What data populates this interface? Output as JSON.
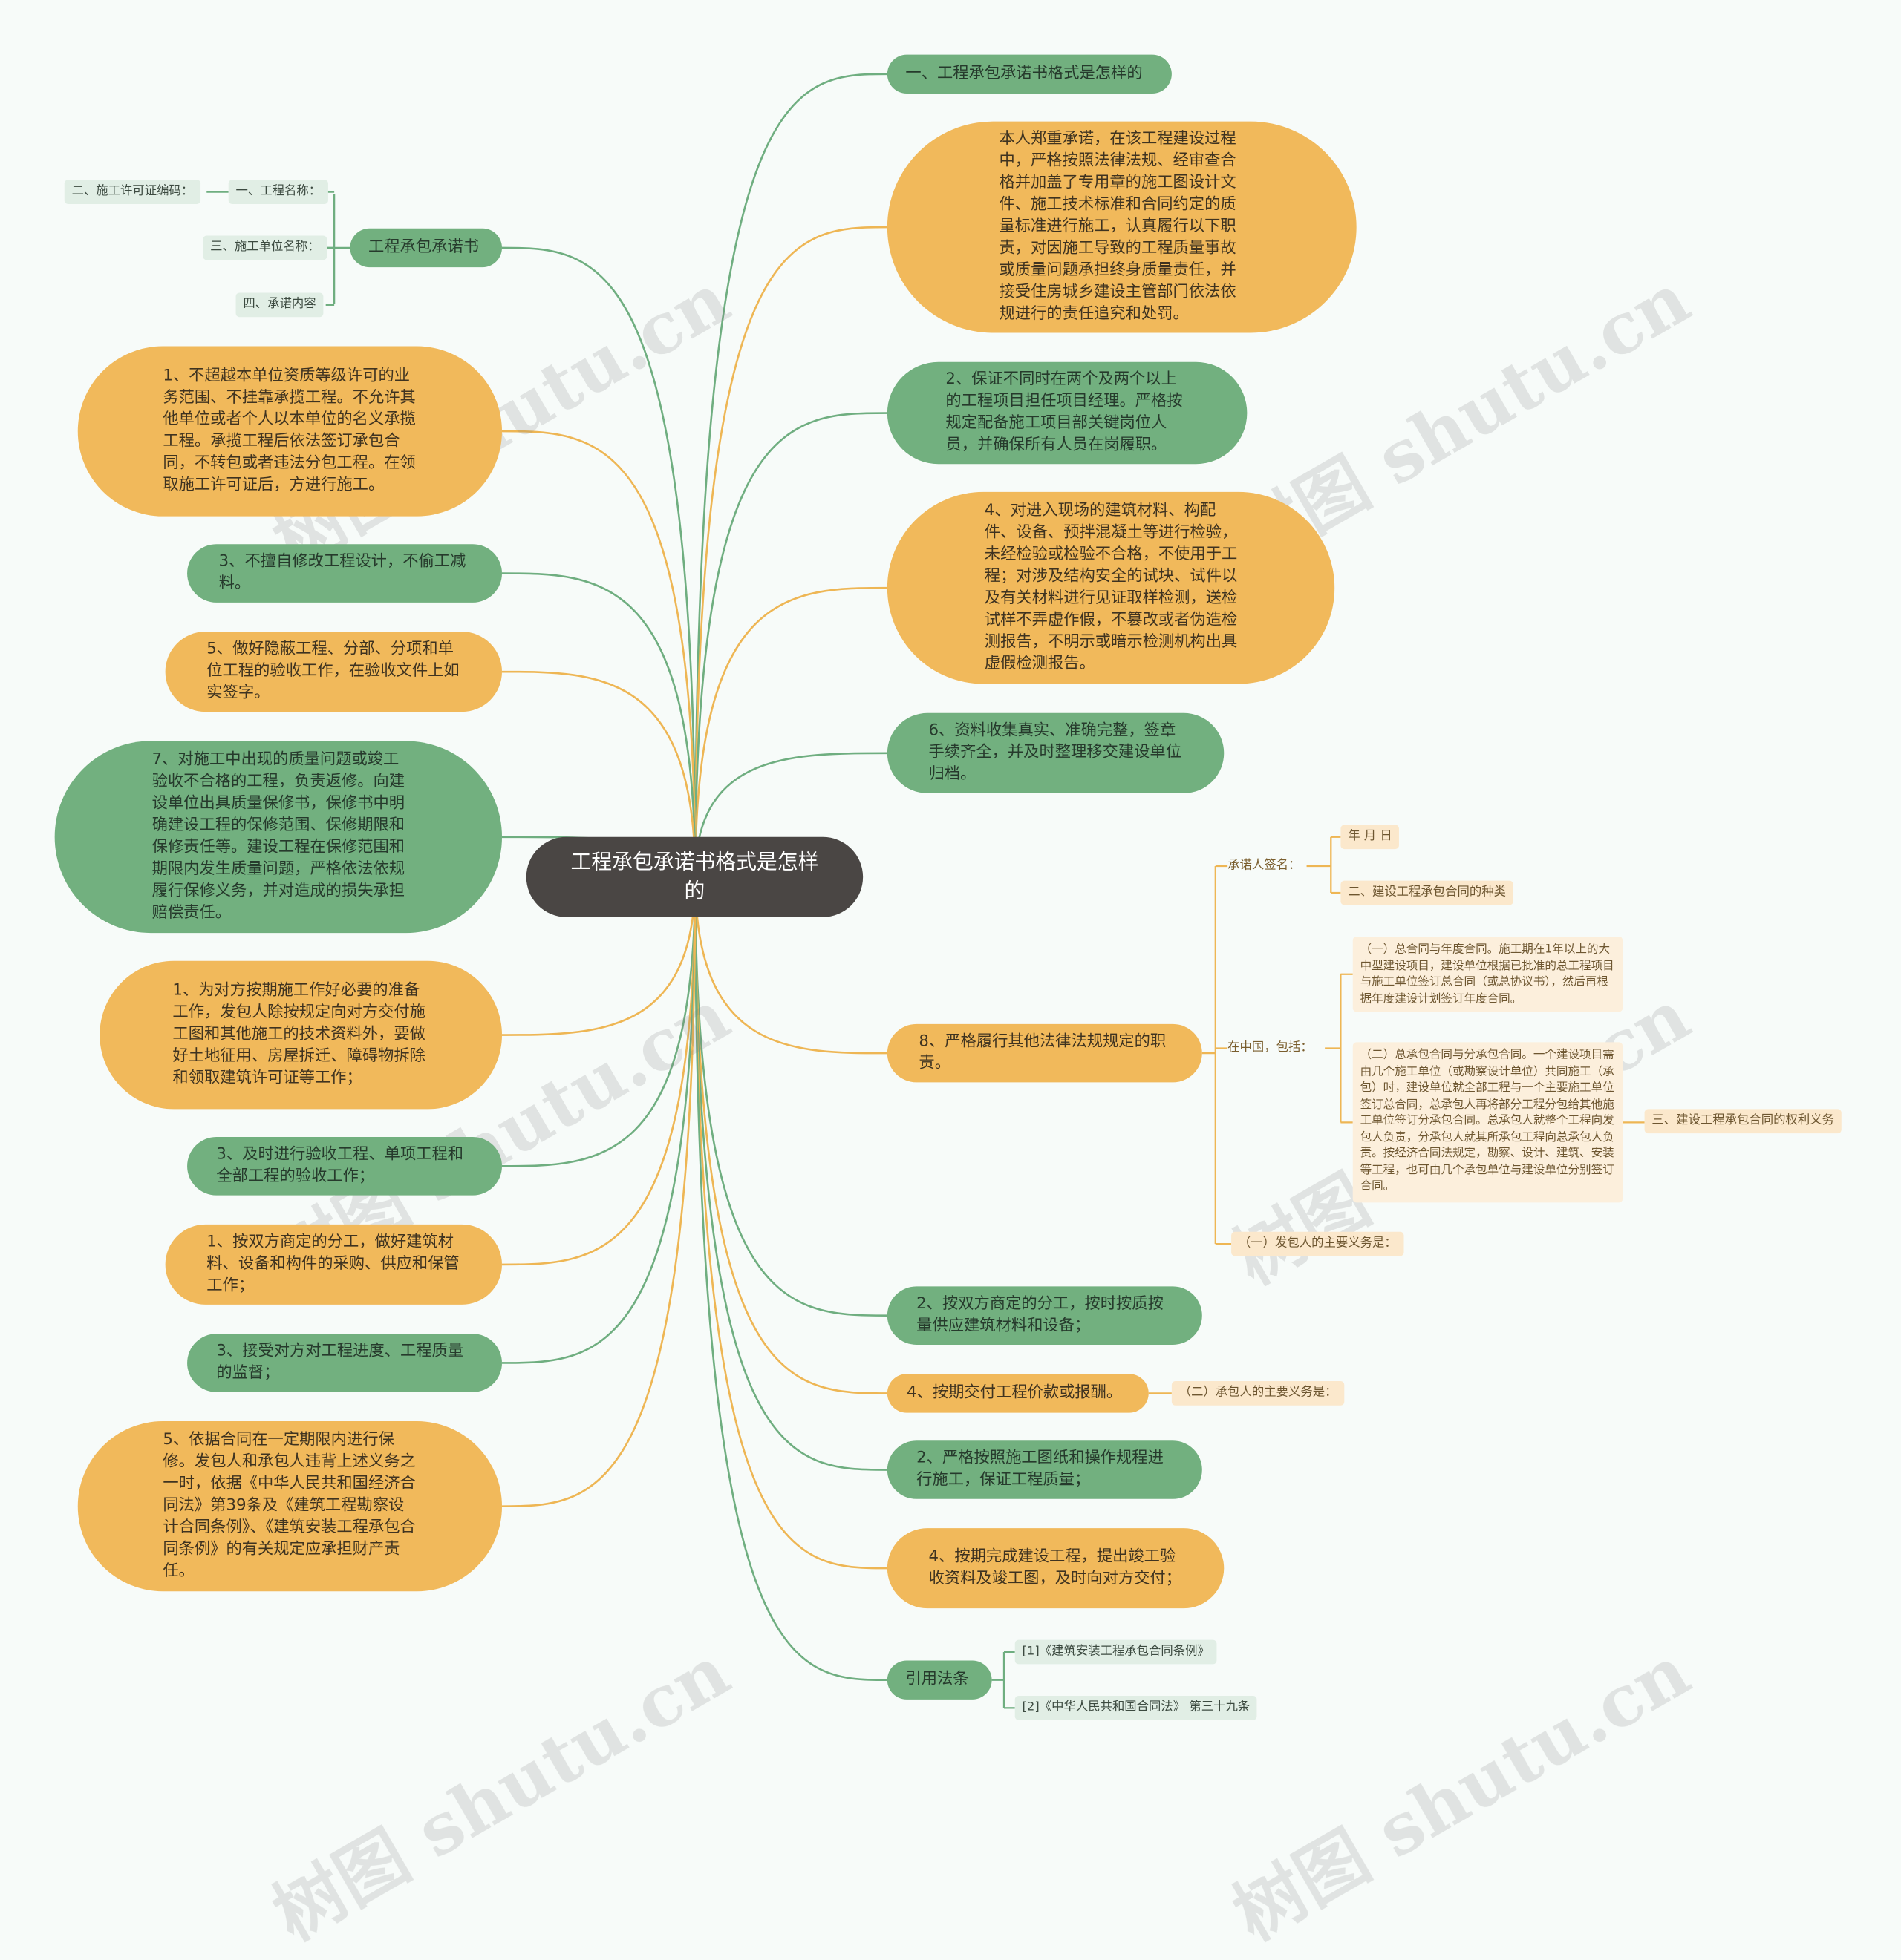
{
  "center": "工程承包承诺书格式是怎样的",
  "right_nodes": {
    "r1": "一、工程承包承诺书格式是怎样的",
    "r2": "本人郑重承诺，在该工程建设过程中，严格按照法律法规、经审查合格并加盖了专用章的施工图设计文件、施工技术标准和合同约定的质量标准进行施工，认真履行以下职责，对因施工导致的工程质量事故或质量问题承担终身质量责任，并接受住房城乡建设主管部门依法依规进行的责任追究和处罚。",
    "r3": "2、保证不同时在两个及两个以上的工程项目担任项目经理。严格按规定配备施工项目部关键岗位人员，并确保所有人员在岗履职。",
    "r4": "4、对进入现场的建筑材料、构配件、设备、预拌混凝土等进行检验，未经检验或检验不合格，不使用于工程；对涉及结构安全的试块、试件以及有关材料进行见证取样检测，送检试样不弄虚作假，不篡改或者伪造检测报告，不明示或暗示检测机构出具虚假检测报告。",
    "r5": "6、资料收集真实、准确完整，签章手续齐全，并及时整理移交建设单位归档。",
    "r6": "8、严格履行其他法律法规规定的职责。",
    "r7": "2、按双方商定的分工，按时按质按量供应建筑材料和设备；",
    "r8": "4、按期交付工程价款或报酬。",
    "r9": "2、严格按照施工图纸和操作规程进行施工，保证工程质量；",
    "r10": "4、按期完成建设工程，提出竣工验收资料及竣工图，及时向对方交付；",
    "r11": "引用法条"
  },
  "left_nodes": {
    "l1": "工程承包承诺书",
    "l2": "1、不超越本单位资质等级许可的业务范围、不挂靠承揽工程。不允许其他单位或者个人以本单位的名义承揽工程。承揽工程后依法签订承包合同，不转包或者违法分包工程。在领取施工许可证后，方进行施工。",
    "l3": "3、不擅自修改工程设计，不偷工减料。",
    "l4": "5、做好隐蔽工程、分部、分项和单位工程的验收工作，在验收文件上如实签字。",
    "l5": "7、对施工中出现的质量问题或竣工验收不合格的工程，负责返修。向建设单位出具质量保修书，保修书中明确建设工程的保修范围、保修期限和保修责任等。建设工程在保修范围和期限内发生质量问题，严格依法依规履行保修义务，并对造成的损失承担赔偿责任。",
    "l6": "1、为对方按期施工作好必要的准备工作，发包人除按规定向对方交付施工图和其他施工的技术资料外，要做好土地征用、房屋拆迁、障碍物拆除和领取建筑许可证等工作；",
    "l7": "3、及时进行验收工程、单项工程和全部工程的验收工作；",
    "l8": "1、按双方商定的分工，做好建筑材料、设备和构件的采购、供应和保管工作；",
    "l9": "3、接受对方对工程进度、工程质量的监督；",
    "l10": "5、依据合同在一定期限内进行保修。发包人和承包人违背上述义务之一时，依据《中华人民共和国经济合同法》第39条及《建筑工程勘察设计合同条例》、《建筑安装工程承包合同条例》的有关规定应承担财产责任。"
  },
  "sub_nodes": {
    "s_project_name": "一、工程名称：",
    "s_permit_no": "二、施工许可证编码：",
    "s_unit_name": "三、施工单位名称：",
    "s_content": "四、承诺内容",
    "s_signature": "承诺人签名：",
    "s_date": "年 月 日",
    "s_contract_types": "二、建设工程承包合同的种类",
    "s_in_china": "在中国，包括：",
    "s_para1": "（一）总合同与年度合同。施工期在1年以上的大中型建设项目，建设单位根据已批准的总工程项目与施工单位签订总合同（或总协议书），然后再根据年度建设计划签订年度合同。",
    "s_para2": "（二）总承包合同与分承包合同。一个建设项目需由几个施工单位（或勘察设计单位）共同施工（承包）时，建设单位就全部工程与一个主要施工单位签订总合同，总承包人再将部分工程分包给其他施工单位签订分承包合同。总承包人就整个工程向发包人负责，分承包人就其所承包工程向总承包人负责。按经济合同法规定，勘察、设计、建筑、安装等工程，也可由几个承包单位与建设单位分别签订合同。",
    "s_rights": "三、建设工程承包合同的权利义务",
    "s_employer_duty": "（一）发包人的主要义务是：",
    "s_contractor_duty": "（二）承包人的主要义务是：",
    "s_ref1": "[1]《建筑安装工程承包合同条例》",
    "s_ref2": "[2]《中华人民共和国合同法》 第三十九条"
  },
  "watermark": "树图 shutu.cn",
  "colors": {
    "green": "#72b07f",
    "orange": "#f1b95b",
    "center": "#4a4644",
    "line_green": "#6fae80",
    "line_orange": "#eeb654"
  }
}
